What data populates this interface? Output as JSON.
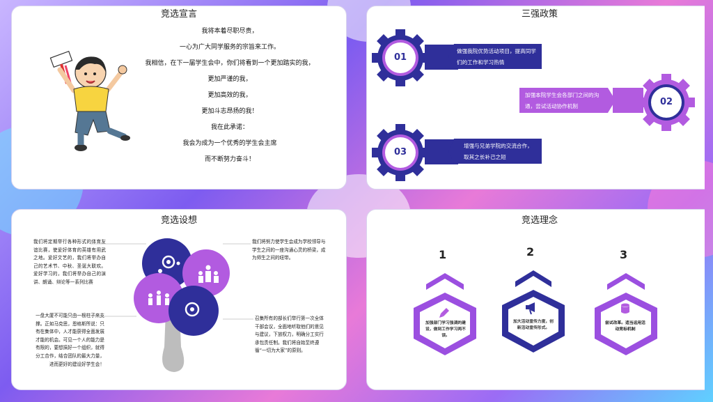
{
  "colors": {
    "navy": "#2f2f9a",
    "purple": "#b25be0",
    "violet": "#9b4fe0"
  },
  "p1": {
    "title": "竞选宣言",
    "lines": [
      "我将本着尽职尽责，",
      "一心为广大同学服务的宗旨来工作。",
      "我相信，在下一届学生会中，你们将看到一个更加踏实的我，",
      "更加严谨的我，",
      "更加高效的我，",
      "更加斗志昂扬的我！",
      "我在此承诺：",
      "我会为成为一个优秀的学生会主席",
      "而不断努力奋斗！"
    ]
  },
  "p2": {
    "title": "三强政策",
    "items": [
      {
        "num": "01",
        "text": "做强我院优势活动项目，提高同学们的工作和学习热情"
      },
      {
        "num": "02",
        "text": "加强本院学生会各部门之间的沟通，尝试活动协作机制"
      },
      {
        "num": "03",
        "text": "增强与兄弟学院的交流合作，取其之长补己之短"
      }
    ]
  },
  "p3": {
    "title": "竞选设想",
    "texts": [
      "我们将定期举行各种形式的体育友谊比赛，使爱好体育的英雄有用武之地。爱好文艺的，我们将举办自己的艺术节、中秋、圣诞大联欢。爱好学习的，我们将举办自己的演讲、朗诵、辩论等一系列比赛",
      "我们将努力使学生会成为学校领导与学生之间的一座沟通心灵的桥梁，成为师生之间的纽带。",
      "一盘大厦不可能只由一根柱子来支撑。正如马克思，恩格斯所说：只有在集体中，人才能获得全面发展才能的机会。可见一个人的能力是有限的，要想搞好一个组织，就得分工合作，结合团队的最大力量，进而更好的建设好学生会！",
      "召集所有的部长们举行第一次全体干部会议，全面地听取他们的意见与建议，下放权力，明确分工实行承包责任制。我们将自始至终遵循“一切为大家”的原则。"
    ]
  },
  "p4": {
    "title": "竞选理念",
    "items": [
      {
        "num": "1",
        "text": "加强部门学习强调的建设，做到工作学习两不误。",
        "icon": "pencil-icon"
      },
      {
        "num": "2",
        "text": "加大活动宣传力度，创新活动宣传形式。",
        "icon": "megaphone-icon"
      },
      {
        "num": "3",
        "text": "尝试改革。适当运用活动竞标机制",
        "icon": "database-icon"
      }
    ]
  }
}
